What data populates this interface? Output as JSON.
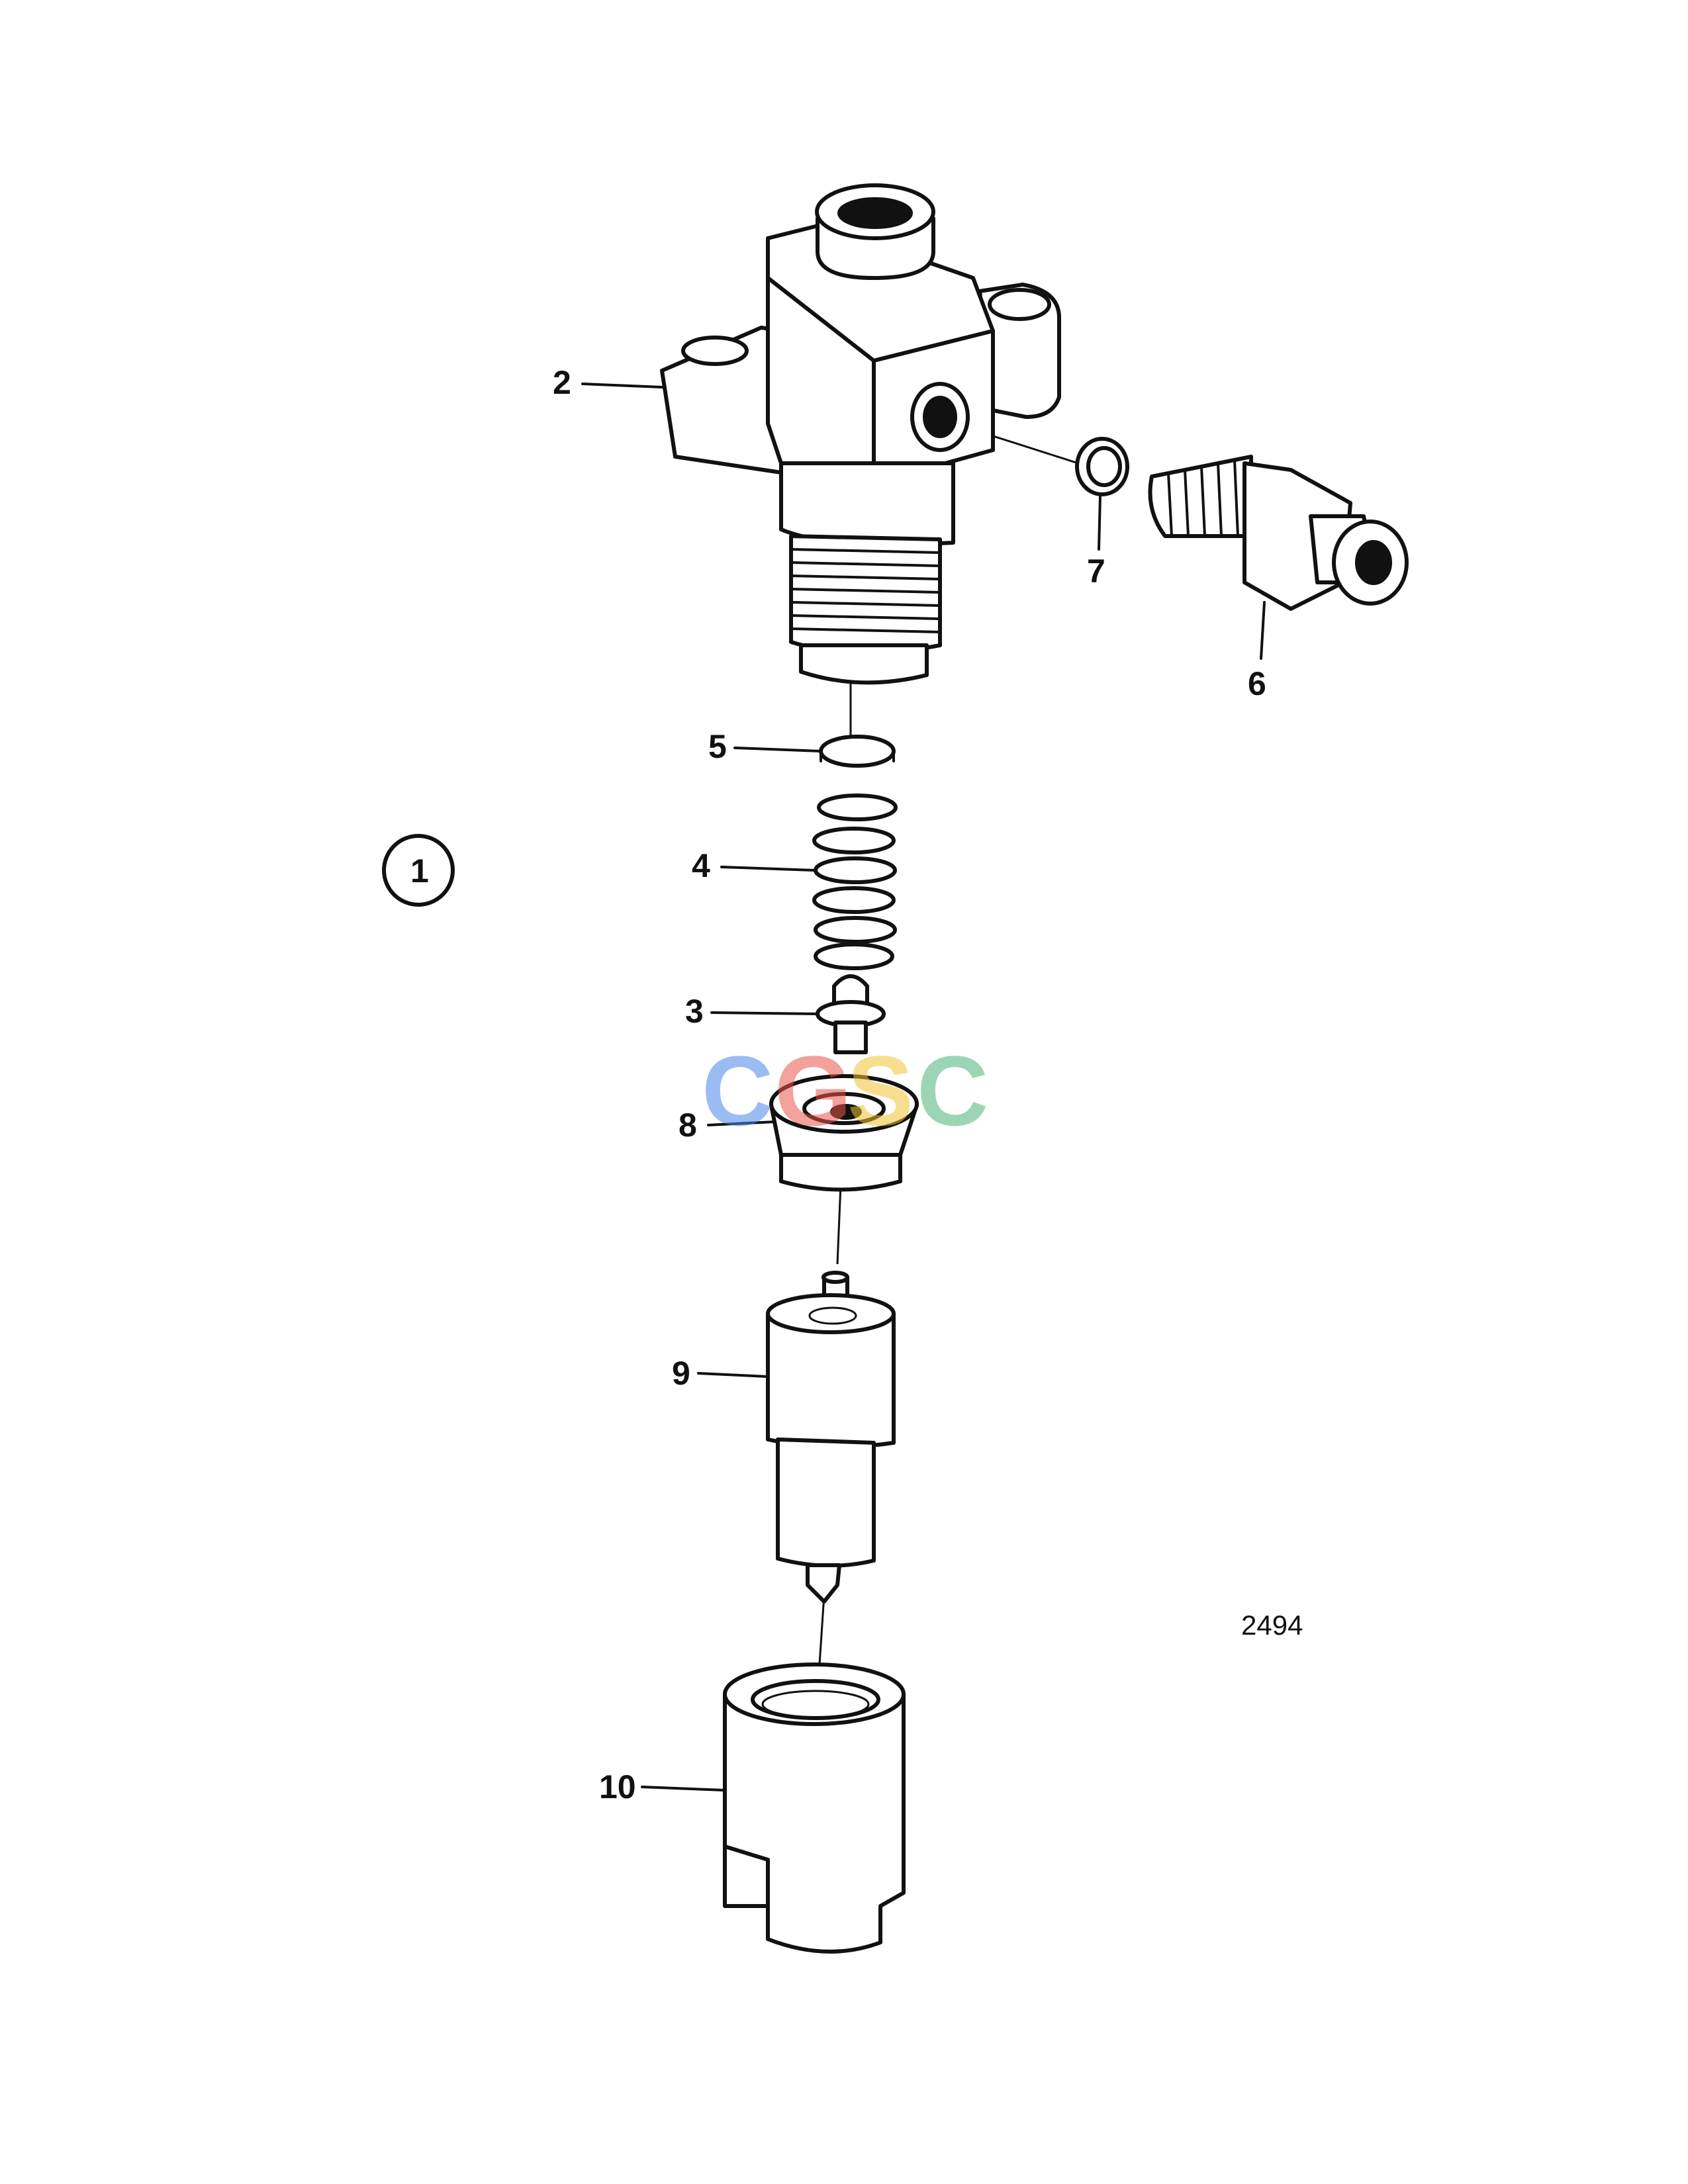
{
  "figure": {
    "number_label": "1",
    "drawing_number": "2494"
  },
  "watermark": {
    "letters": [
      "C",
      "G",
      "S",
      "C"
    ],
    "colors": [
      "#4a86e8",
      "#e8554a",
      "#f2c233",
      "#4ab37a"
    ]
  },
  "callouts": [
    {
      "label": "2"
    },
    {
      "label": "7"
    },
    {
      "label": "6"
    },
    {
      "label": "5"
    },
    {
      "label": "4"
    },
    {
      "label": "3"
    },
    {
      "label": "8"
    },
    {
      "label": "9"
    },
    {
      "label": "10"
    }
  ]
}
